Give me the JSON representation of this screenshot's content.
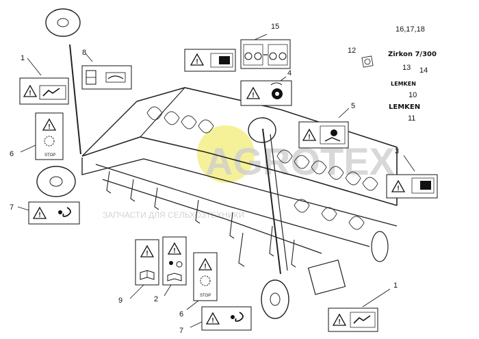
{
  "watermark": {
    "text": "AGROTEX",
    "tagline": "ЗАПЧАСТИ ДЛЯ СЕЛЬХОЗТЕХНИКИ",
    "logo_color": "#f2ef7a"
  },
  "page_ref": "16,17,18",
  "callouts": {
    "c1_top": "1",
    "c1_bottom": "1",
    "c2": "2",
    "c3": "3",
    "c4": "4",
    "c5": "5",
    "c6_left": "6",
    "c6_bottom": "6",
    "c7_left": "7",
    "c7_bottom": "7",
    "c8": "8",
    "c9": "9",
    "c10": "10",
    "c11": "11",
    "c12": "12",
    "c13": "13",
    "c14": "14",
    "c15": "15"
  },
  "decals": {
    "zirkon": "Zirkon 7/300",
    "lemken_10": "LEMKEN",
    "lemken_11": "LEMKEN",
    "stop_left": "STOP",
    "stop_bottom": "STOP"
  },
  "icons": {
    "warning": "warning-triangle-icon",
    "manual": "open-manual-icon",
    "hand_crush": "hand-crush-icon",
    "hook": "lifting-hook-icon",
    "gear": "gear-rotation-icon",
    "stop": "stop-engine-icon"
  }
}
